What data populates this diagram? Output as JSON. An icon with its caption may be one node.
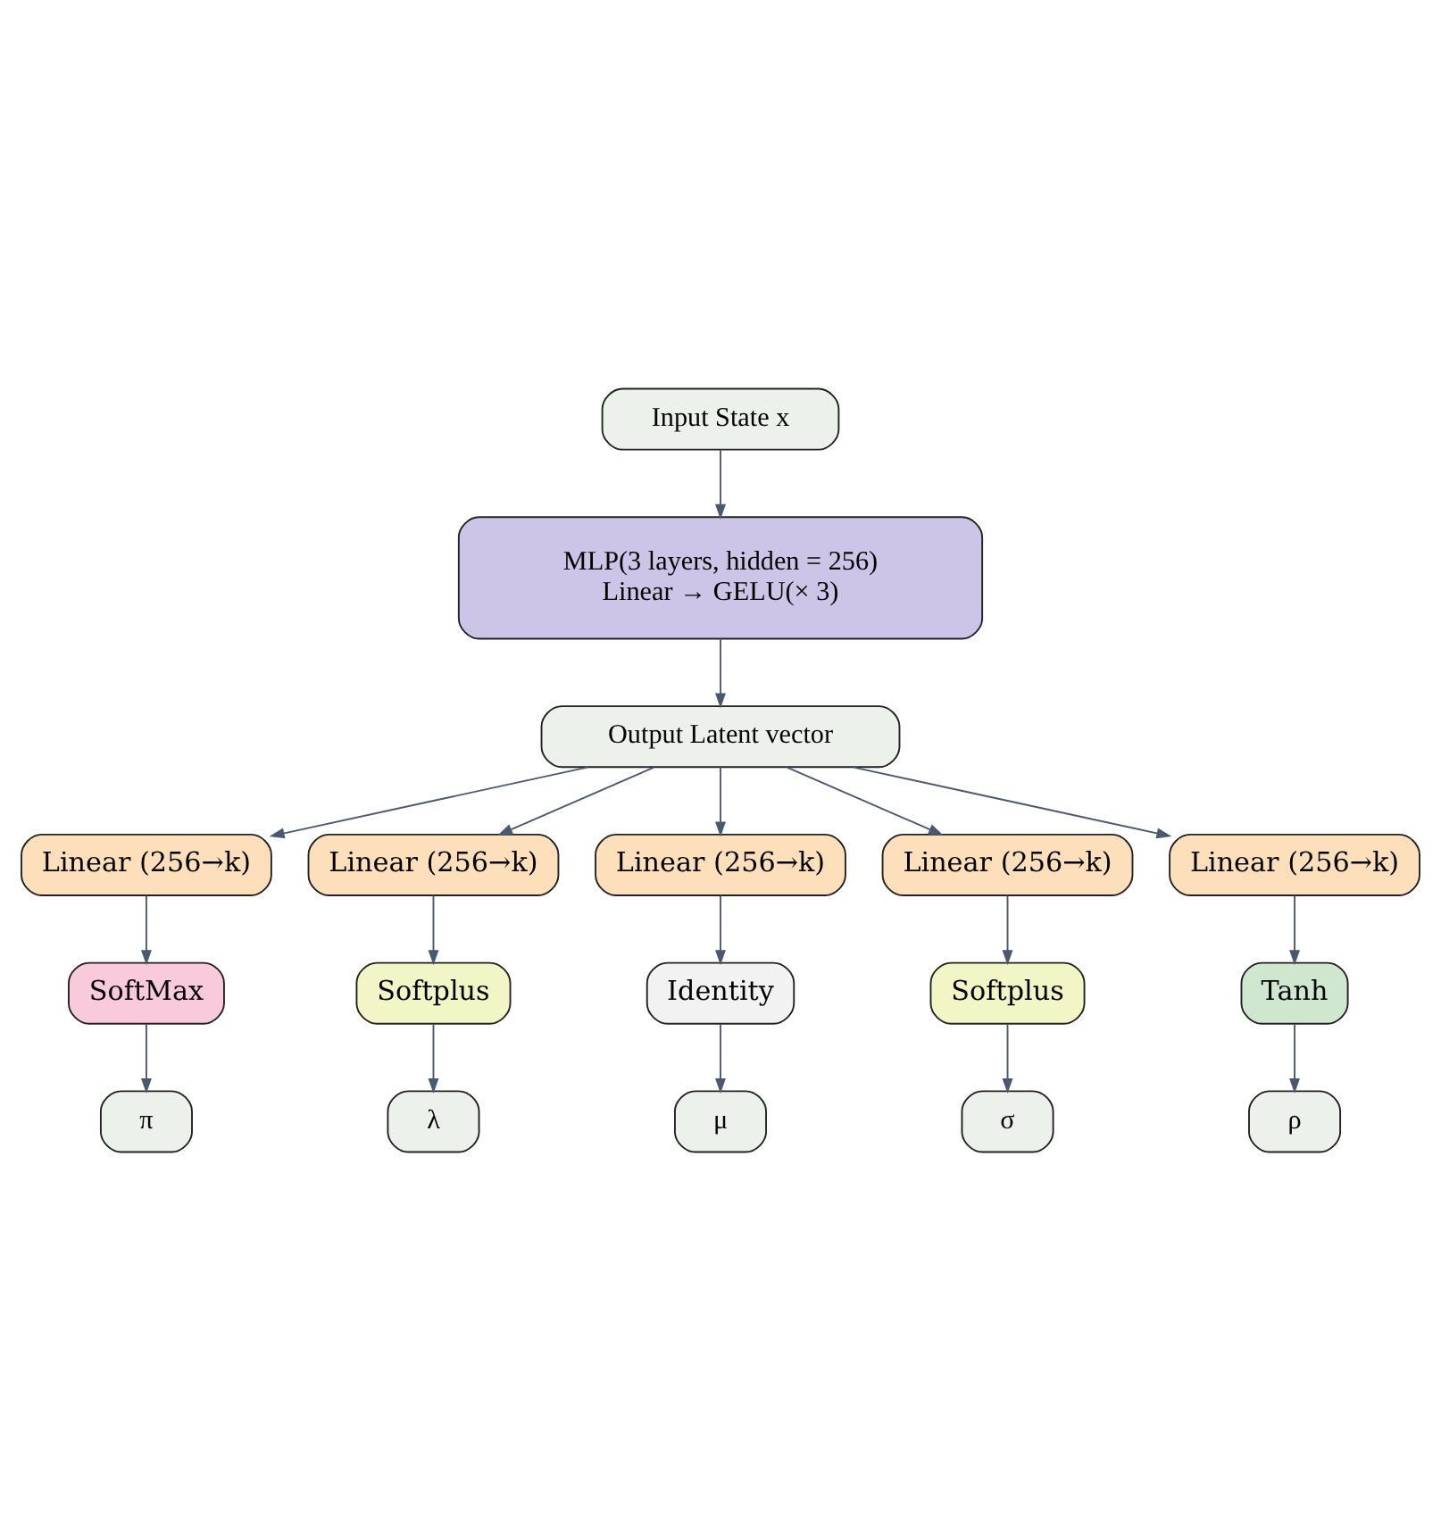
{
  "diagram": {
    "nodes": [
      {
        "text": [
          "Input State x"
        ]
      },
      {
        "text": [
          "MLP(3 layers, hidden = 256)",
          "Linear → GELU(× 3)"
        ]
      },
      {
        "text": [
          "Output Latent vector"
        ]
      },
      {
        "text": [
          "Linear (256→k)"
        ]
      },
      {
        "text": [
          "Linear (256→k)"
        ]
      },
      {
        "text": [
          "Linear (256→k)"
        ]
      },
      {
        "text": [
          "Linear (256→k)"
        ]
      },
      {
        "text": [
          "Linear (256→k)"
        ]
      },
      {
        "text": [
          "SoftMax"
        ]
      },
      {
        "text": [
          "Softplus"
        ]
      },
      {
        "text": [
          "Identity"
        ]
      },
      {
        "text": [
          "Softplus"
        ]
      },
      {
        "text": [
          "Tanh"
        ]
      },
      {
        "text": [
          "π"
        ]
      },
      {
        "text": [
          "λ"
        ]
      },
      {
        "text": [
          "μ"
        ]
      },
      {
        "text": [
          "σ"
        ]
      },
      {
        "text": [
          "ρ"
        ]
      }
    ],
    "edges": [
      {
        "from": 0,
        "to": 1,
        "arrow": "to"
      },
      {
        "from": 1,
        "to": 2,
        "arrow": "to"
      },
      {
        "from": 2,
        "to": 3,
        "arrow": "to"
      },
      {
        "from": 2,
        "to": 4,
        "arrow": "to"
      },
      {
        "from": 2,
        "to": 5,
        "arrow": "to"
      },
      {
        "from": 2,
        "to": 6,
        "arrow": "to"
      },
      {
        "from": 2,
        "to": 7,
        "arrow": "to"
      },
      {
        "from": 3,
        "to": 8,
        "arrow": "to"
      },
      {
        "from": 4,
        "to": 9,
        "arrow": "to"
      },
      {
        "from": 5,
        "to": 10,
        "arrow": "to"
      },
      {
        "from": 6,
        "to": 11,
        "arrow": "to"
      },
      {
        "from": 7,
        "to": 12,
        "arrow": "to"
      },
      {
        "from": 8,
        "to": 13,
        "arrow": "to"
      },
      {
        "from": 9,
        "to": 14,
        "arrow": "to"
      },
      {
        "from": 10,
        "to": 15,
        "arrow": "to"
      },
      {
        "from": 11,
        "to": 16,
        "arrow": "to"
      },
      {
        "from": 12,
        "to": 17,
        "arrow": "to"
      }
    ]
  }
}
